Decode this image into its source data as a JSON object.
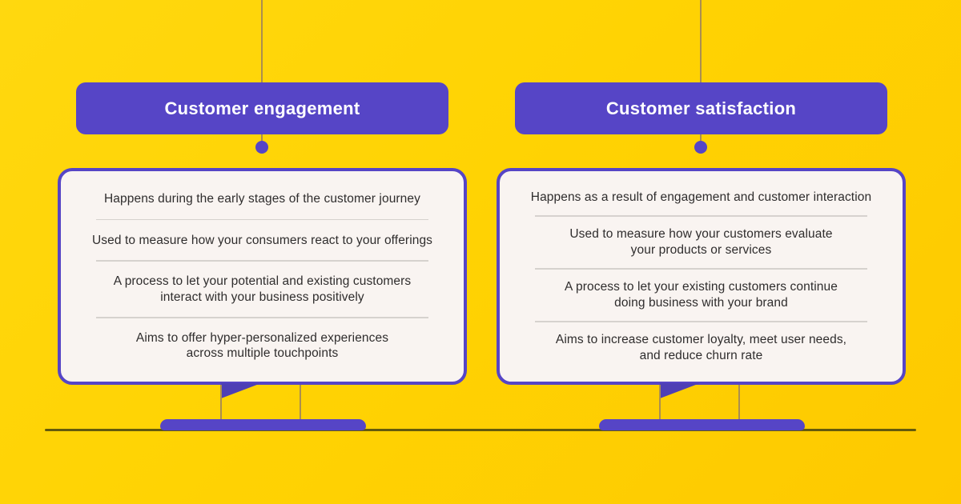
{
  "colors": {
    "background_yellow": "#FFD303",
    "accent_purple": "#5645C6",
    "wedge_purple": "#4E3FB5",
    "card_background": "#F9F4F1",
    "divider_gray": "#D6D2CE",
    "body_text": "#2F2D2D",
    "header_text": "#FFFFFF",
    "hanger_line_tan": "#AB8E4F",
    "ground_line_olive": "#645A0D"
  },
  "columns": [
    {
      "title": "Customer engagement",
      "items": [
        [
          "Happens during the early stages of the customer journey"
        ],
        [
          "Used to measure how your consumers react to your offerings"
        ],
        [
          "A process to let your potential and existing customers",
          "interact with your business positively"
        ],
        [
          "Aims to offer hyper-personalized experiences",
          "across multiple touchpoints"
        ]
      ]
    },
    {
      "title": "Customer satisfaction",
      "items": [
        [
          "Happens as a result of engagement and customer interaction"
        ],
        [
          "Used to measure how your customers evaluate",
          "your products or services"
        ],
        [
          "A process to let your existing customers continue",
          "doing business with your brand"
        ],
        [
          "Aims to increase customer loyalty, meet user needs,",
          "and reduce churn rate"
        ]
      ]
    }
  ]
}
